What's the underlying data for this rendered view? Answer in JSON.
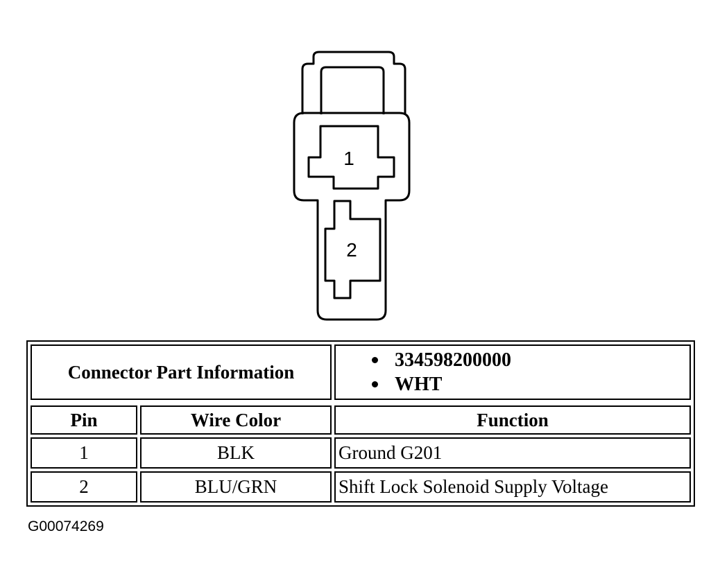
{
  "connector": {
    "pin_labels": [
      "1",
      "2"
    ]
  },
  "table": {
    "part_info_label": "Connector Part Information",
    "part_info_items": [
      "334598200000",
      "WHT"
    ],
    "headers": [
      "Pin",
      "Wire Color",
      "Function"
    ],
    "rows": [
      [
        "1",
        "BLK",
        "Ground G201"
      ],
      [
        "2",
        "BLU/GRN",
        "Shift Lock Solenoid Supply Voltage"
      ]
    ]
  },
  "figure_id": "G00074269"
}
